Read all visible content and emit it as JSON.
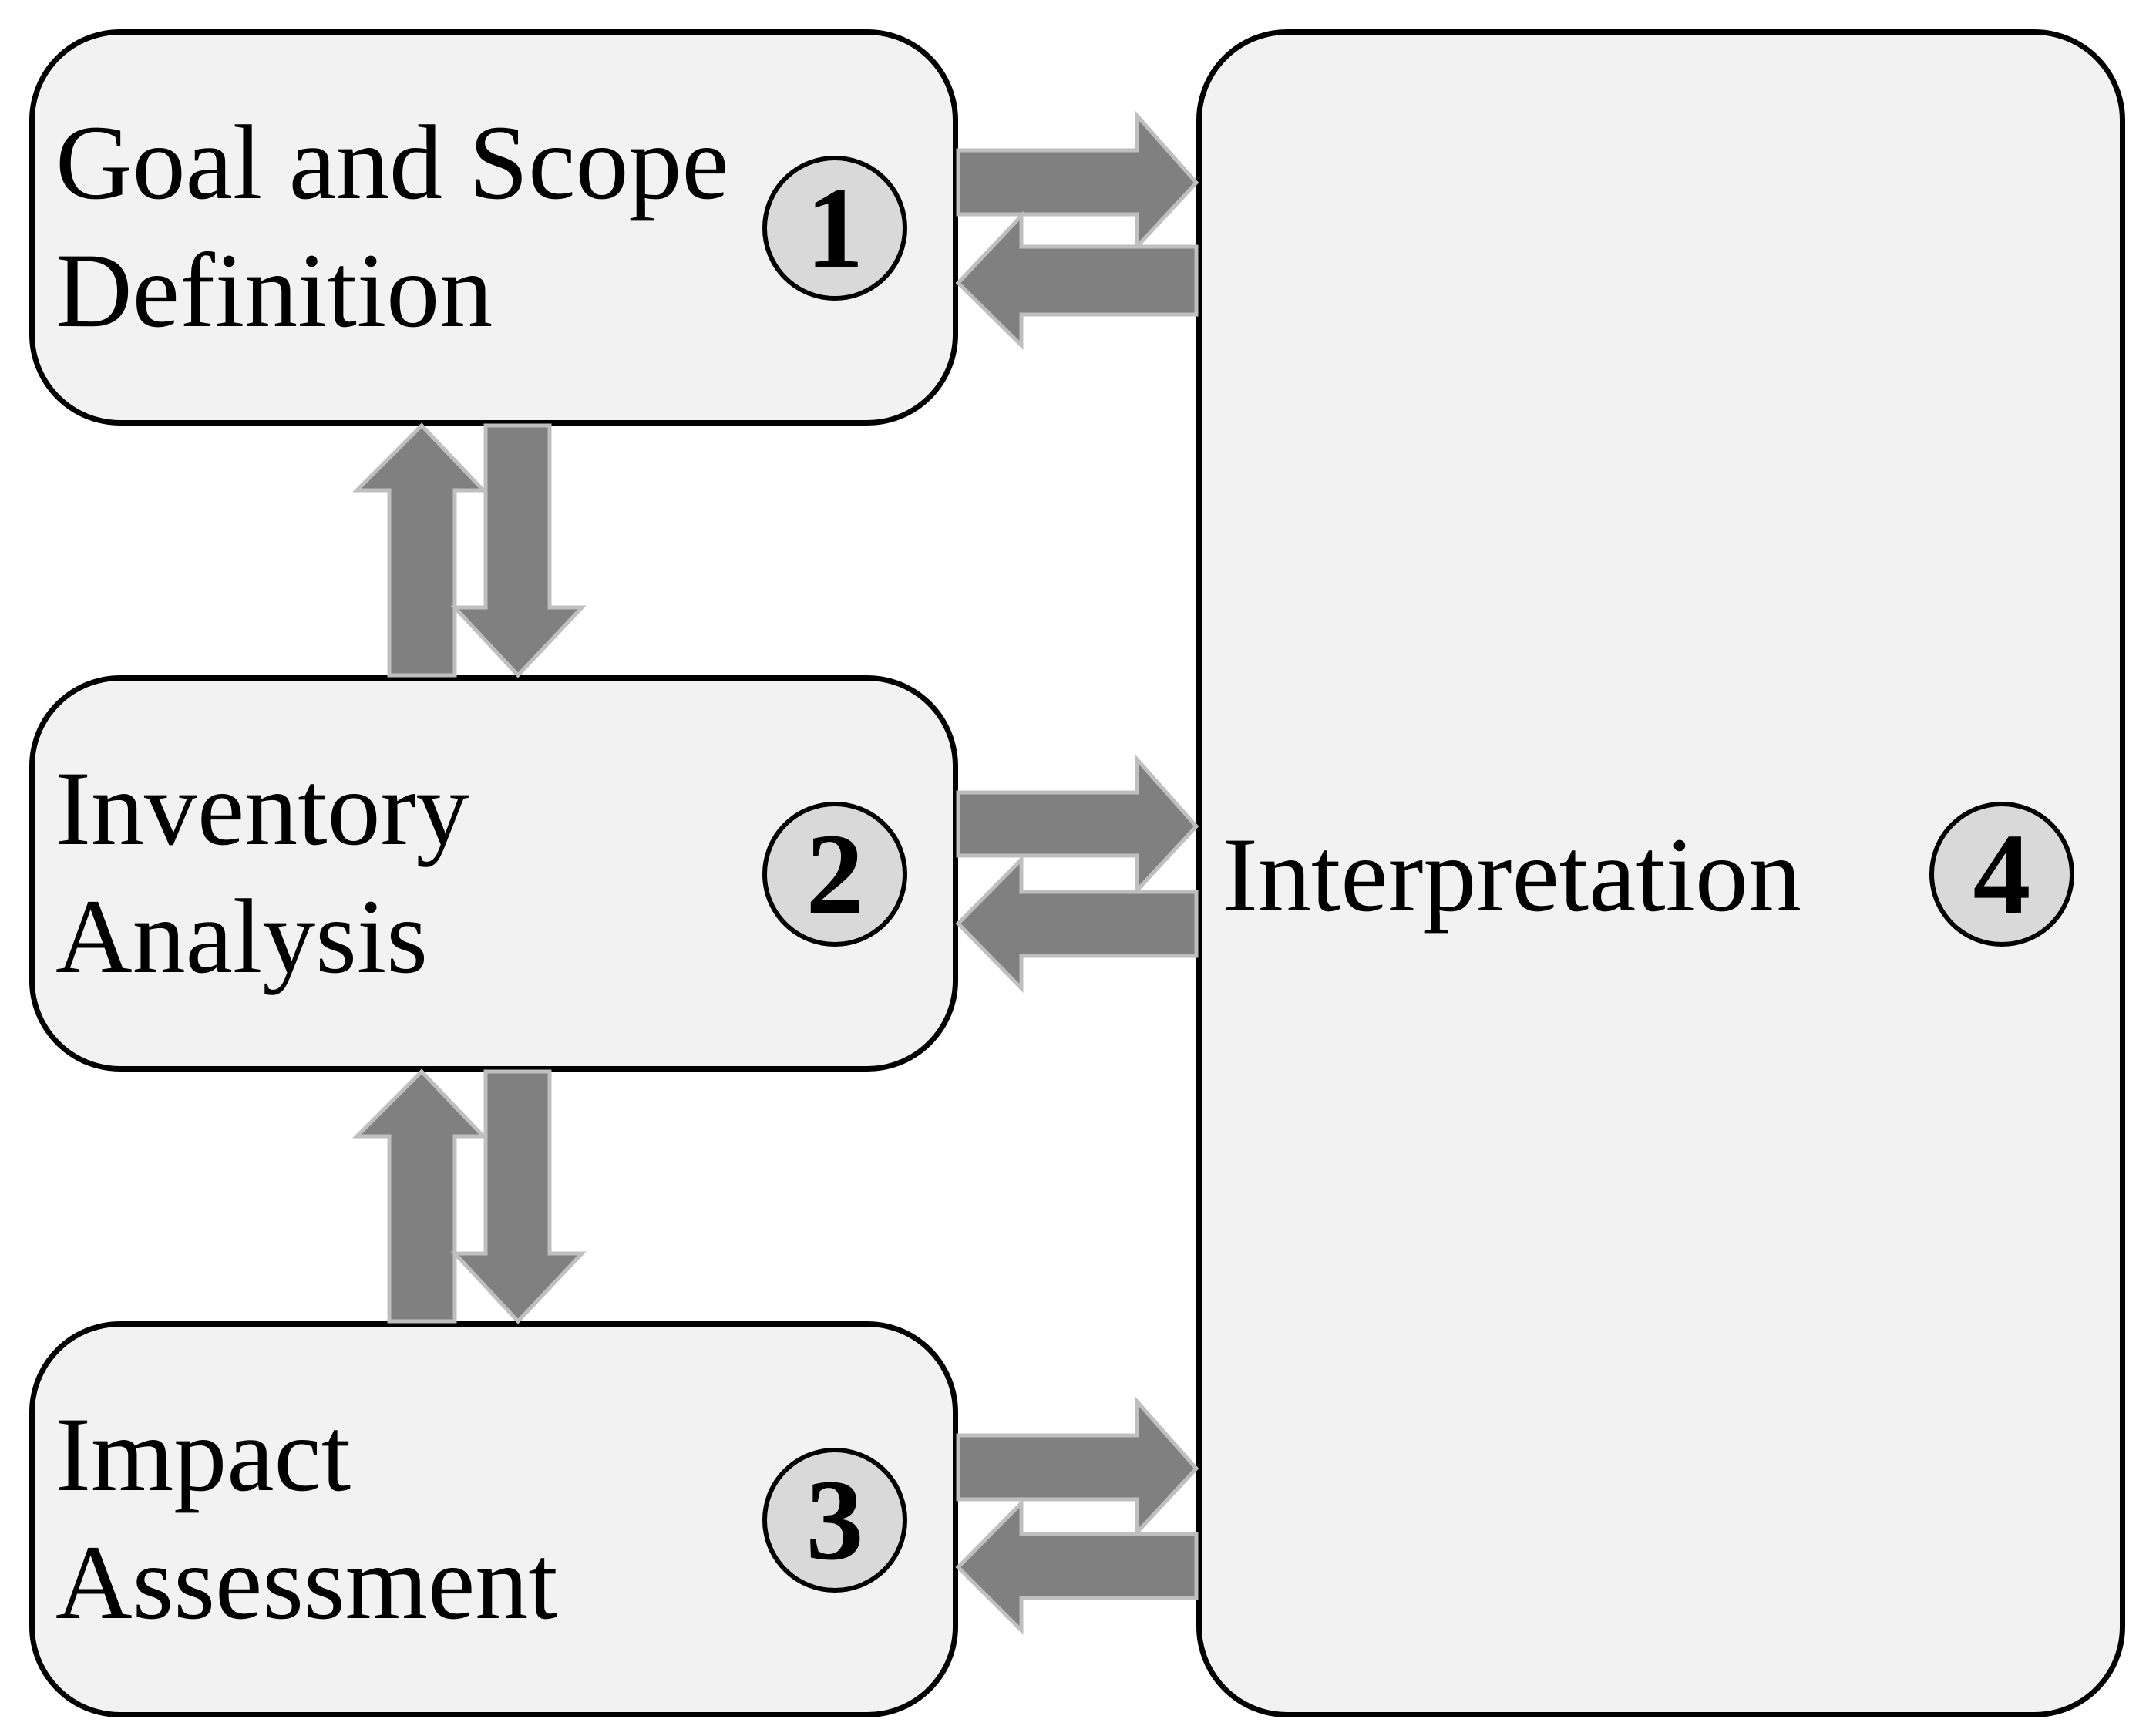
{
  "stages": [
    {
      "number": "1",
      "line1": "Goal and Scope",
      "line2": "Definition"
    },
    {
      "number": "2",
      "line1": "Inventory",
      "line2": "Analysis"
    },
    {
      "number": "3",
      "line1": "Impact",
      "line2": "Assessment"
    }
  ],
  "interpretation": {
    "number": "4",
    "label": "Interpretation"
  },
  "colors": {
    "box_fill": "#f2f2f2",
    "box_border": "#000000",
    "badge_fill": "#d9d9d9",
    "arrow_fill": "#808080",
    "arrow_outline": "#bfbfbf"
  }
}
